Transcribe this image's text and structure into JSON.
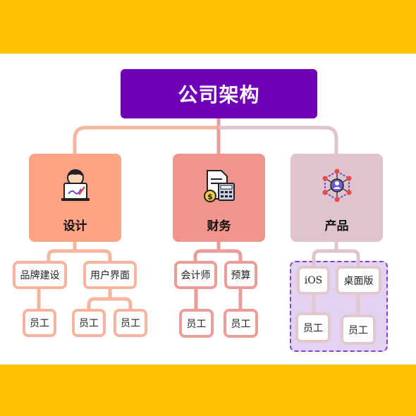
{
  "title": "公司架构",
  "colors": {
    "band": "#ffc000",
    "title_bg": "#7000b8",
    "design": "#ffa385",
    "finance": "#f0948e",
    "product": "#dfc5cb",
    "product_group_bg": "#e4d2f3",
    "product_group_border": "#7b45d8"
  },
  "departments": {
    "design": {
      "label": "设计",
      "icon": "designer-at-laptop-icon",
      "children": {
        "brand": {
          "label": "品牌建设",
          "staff": [
            "员工"
          ]
        },
        "ui": {
          "label": "用户界面",
          "staff": [
            "员工",
            "员工"
          ]
        }
      }
    },
    "finance": {
      "label": "财务",
      "icon": "calculator-document-icon",
      "children": {
        "accountant": {
          "label": "会计师",
          "staff": [
            "员工"
          ]
        },
        "budget": {
          "label": "预算",
          "staff": [
            "员工"
          ]
        }
      }
    },
    "product": {
      "label": "产品",
      "icon": "network-user-icon",
      "children": {
        "ios": {
          "label": "iOS",
          "staff": [
            "员工"
          ]
        },
        "desktop": {
          "label": "桌面版",
          "staff": [
            "员工"
          ]
        }
      }
    }
  }
}
